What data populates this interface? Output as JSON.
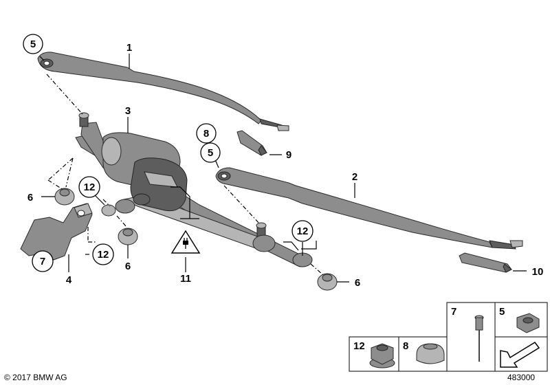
{
  "callouts": {
    "c1": "1",
    "c2": "2",
    "c3": "3",
    "c4": "4",
    "c5a": "5",
    "c5b": "5",
    "c6a": "6",
    "c6b": "6",
    "c6c": "6",
    "c7": "7",
    "c8": "8",
    "c9": "9",
    "c10": "10",
    "c11": "11",
    "c12a": "12",
    "c12b": "12",
    "c12c": "12"
  },
  "legend": {
    "n7": "7",
    "n5": "5",
    "n12": "12",
    "n8": "8"
  },
  "footer": {
    "copyright": "© 2017 BMW AG",
    "diagram_number": "483000"
  },
  "icons": {
    "electrical": "electrical-plug-warning-icon",
    "arrow": "arrow-down-left-icon"
  },
  "colors": {
    "part_fill": "#8d8d8d",
    "line": "#000000",
    "background": "#ffffff"
  }
}
